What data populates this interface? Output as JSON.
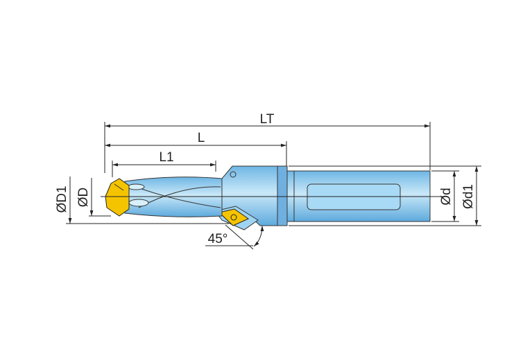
{
  "labels": {
    "lt": "LT",
    "l": "L",
    "l1": "L1",
    "d1_body": "ØD1",
    "d_body": "ØD",
    "d_shank": "Ød",
    "d1_shank": "Ød1",
    "angle": "45°"
  },
  "colors": {
    "tool_body": "#8fcbee",
    "tool_body_light": "#c9e8f8",
    "insert": "#f5c400",
    "lines": "#222222"
  }
}
